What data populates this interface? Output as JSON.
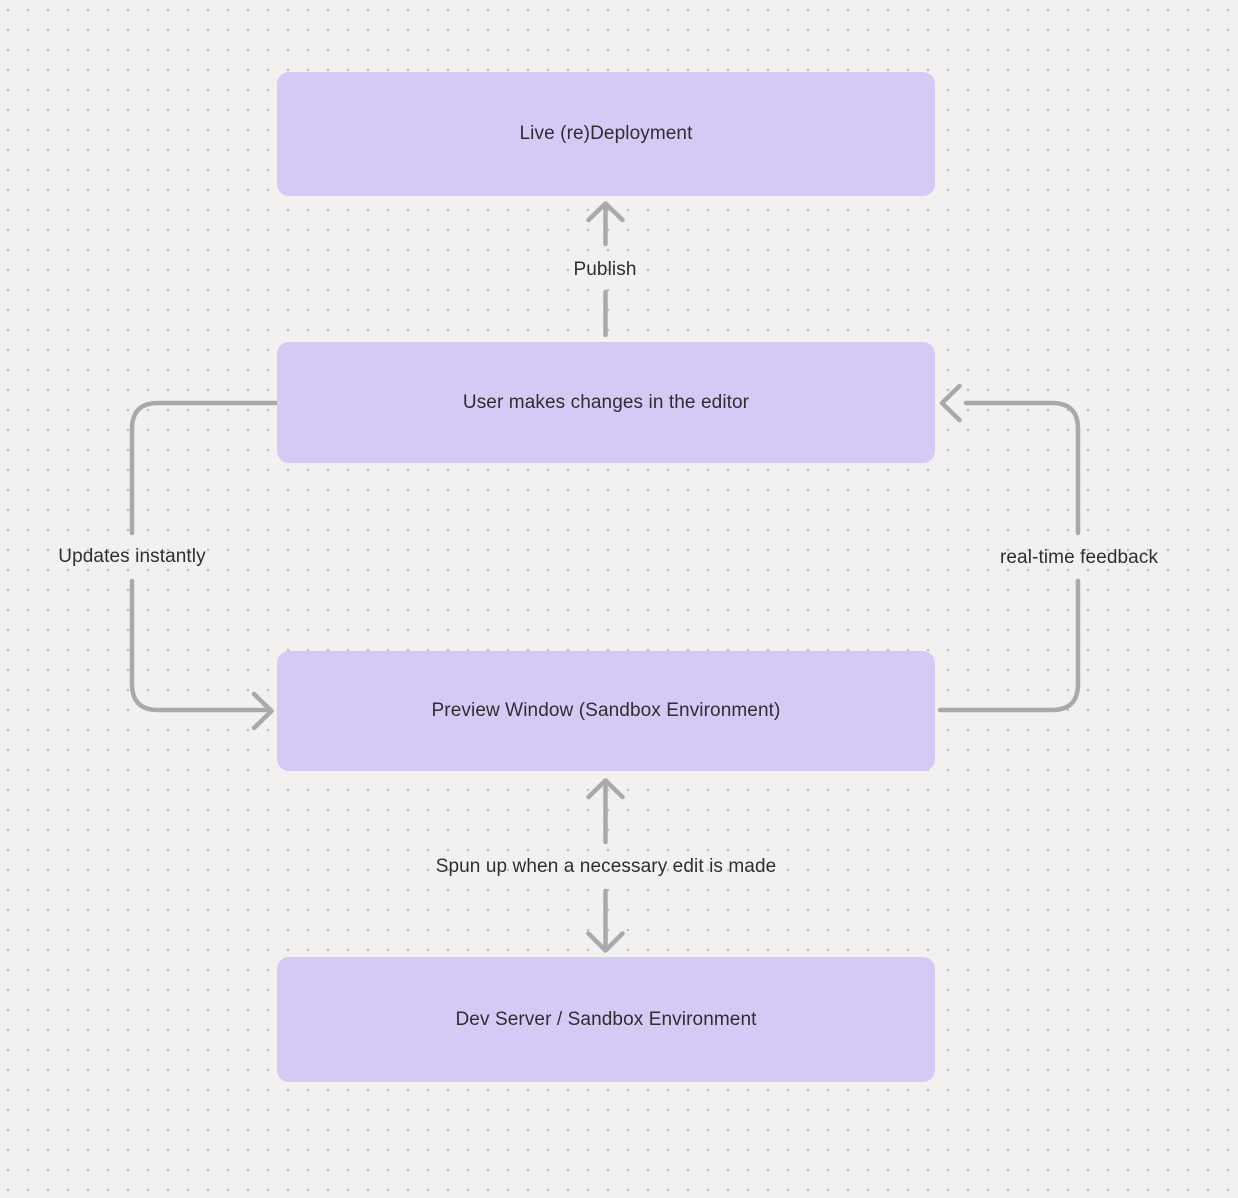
{
  "canvas": {
    "background_color": "#f2f1ef",
    "dot_grid_color": "#bdbdbd",
    "node_fill_color": "#d7c9f5",
    "arrow_color": "#a9a9a9",
    "text_color": "#2e2e2e"
  },
  "diagram": {
    "nodes": [
      {
        "id": "live-redeployment",
        "label": "Live (re)Deployment"
      },
      {
        "id": "user-editor",
        "label": "User makes changes in the editor"
      },
      {
        "id": "preview-window",
        "label": "Preview Window (Sandbox Environment)"
      },
      {
        "id": "dev-server",
        "label": "Dev Server / Sandbox Environment"
      }
    ],
    "edges": [
      {
        "id": "publish",
        "label": "Publish",
        "from": "user-editor",
        "to": "live-redeployment",
        "direction": "up"
      },
      {
        "id": "updates-instantly",
        "label": "Updates instantly",
        "from": "user-editor",
        "to": "preview-window",
        "direction": "left-loop-down"
      },
      {
        "id": "real-time-feedback",
        "label": "real-time feedback",
        "from": "preview-window",
        "to": "user-editor",
        "direction": "right-loop-up"
      },
      {
        "id": "spun-up",
        "label": "Spun up when a necessary edit is made",
        "from": "preview-window",
        "to": "dev-server",
        "direction": "bidirectional-vertical"
      }
    ]
  }
}
